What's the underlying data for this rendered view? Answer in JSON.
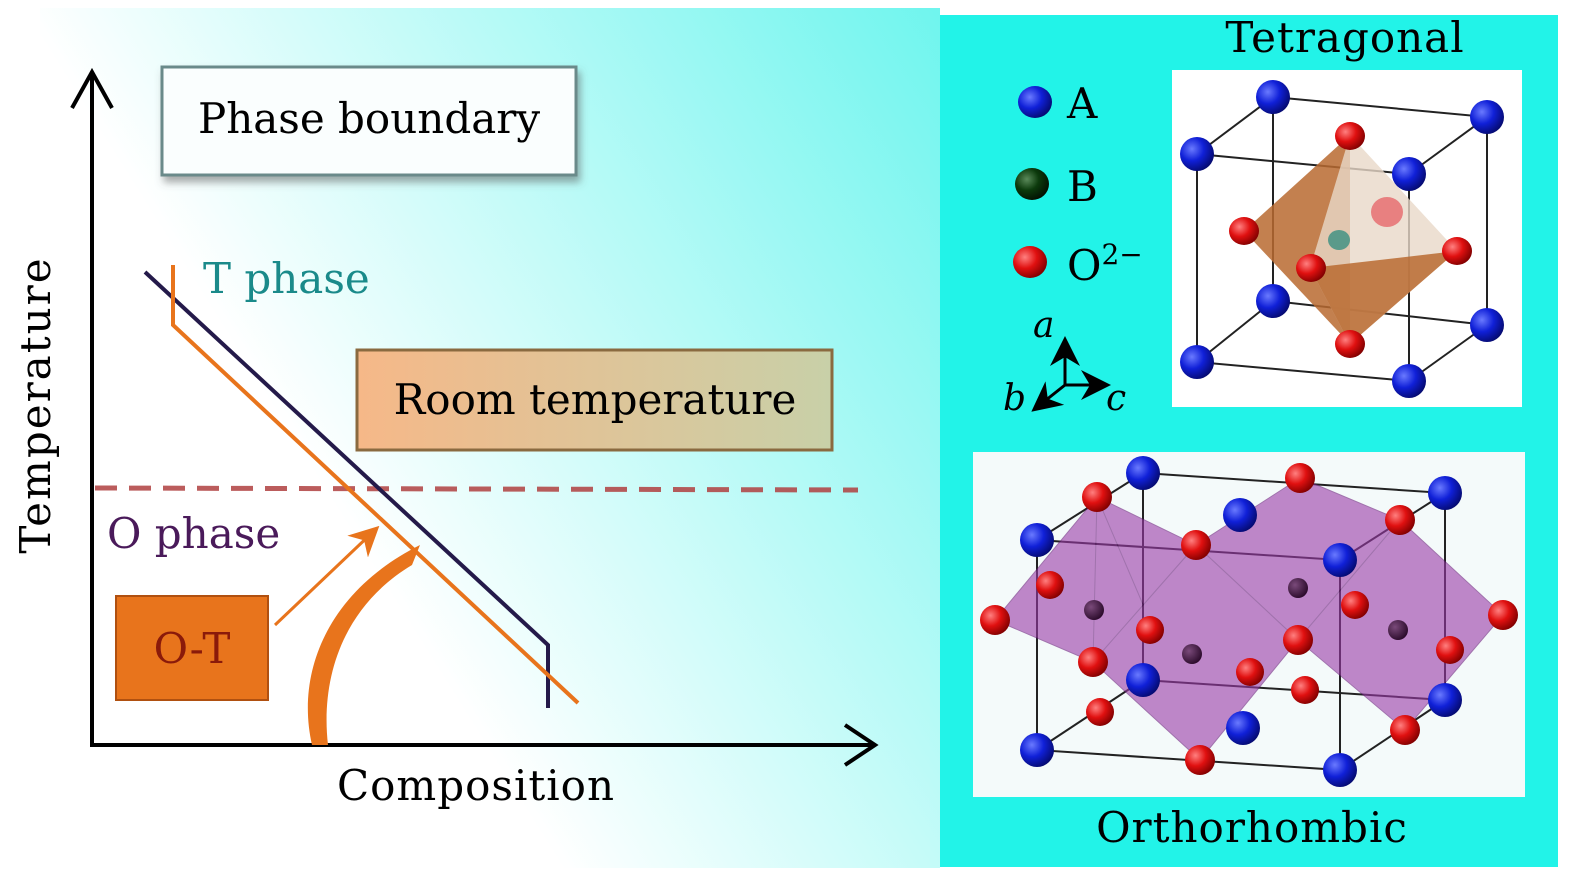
{
  "diagram": {
    "left_panel": {
      "y_axis_label": "Temperature",
      "x_axis_label": "Composition",
      "phase_boundary_box": "Phase boundary",
      "room_temperature_box": "Room temperature",
      "t_phase_label": "T phase",
      "o_phase_label": "O phase",
      "ot_box": "O-T"
    },
    "right_panel": {
      "tetragonal_title": "Tetragonal",
      "orthorhombic_title": "Orthorhombic",
      "legend": [
        {
          "label": "A",
          "color": "#1020d8"
        },
        {
          "label": "B",
          "color": "#0c3a0c"
        },
        {
          "label": "O",
          "superscript": "2−",
          "color": "#e01010"
        }
      ],
      "axes": {
        "a": "a",
        "b": "b",
        "c": "c"
      }
    },
    "colors": {
      "panel_bg": "#22f3e8",
      "orange": "#e8741c",
      "navy": "#241a4a",
      "t_phase": "#1a8a8a",
      "o_phase": "#4a1a5a",
      "dashed": "#b04040",
      "octahedron_tetragonal": "#b86a30",
      "octahedron_orthorhombic": "#9a3aa8"
    }
  }
}
